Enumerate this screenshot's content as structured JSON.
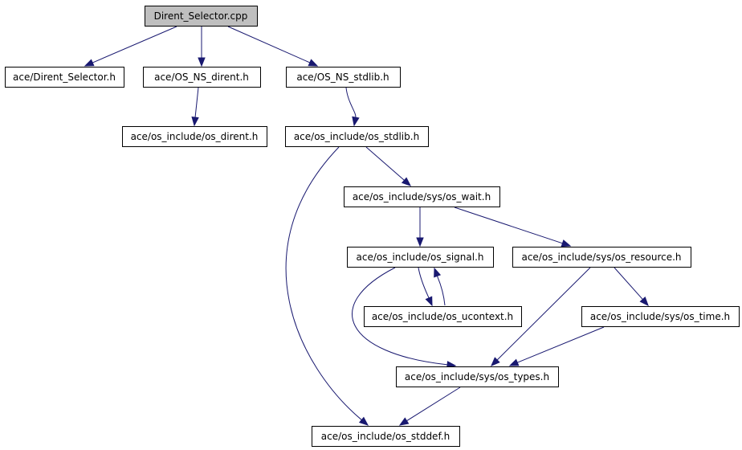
{
  "colors": {
    "root_fill": "#bfbfbf",
    "node_fill": "#ffffff",
    "node_border": "#000000",
    "edge": "#191970",
    "background": "#ffffff"
  },
  "graph": {
    "nodes": [
      {
        "id": "dirent_selector_cpp",
        "label": "Dirent_Selector.cpp",
        "root": true
      },
      {
        "id": "dirent_selector_h",
        "label": "ace/Dirent_Selector.h"
      },
      {
        "id": "os_ns_dirent_h",
        "label": "ace/OS_NS_dirent.h"
      },
      {
        "id": "os_ns_stdlib_h",
        "label": "ace/OS_NS_stdlib.h"
      },
      {
        "id": "os_dirent_h",
        "label": "ace/os_include/os_dirent.h"
      },
      {
        "id": "os_stdlib_h",
        "label": "ace/os_include/os_stdlib.h"
      },
      {
        "id": "os_wait_h",
        "label": "ace/os_include/sys/os_wait.h"
      },
      {
        "id": "os_signal_h",
        "label": "ace/os_include/os_signal.h"
      },
      {
        "id": "os_resource_h",
        "label": "ace/os_include/sys/os_resource.h"
      },
      {
        "id": "os_ucontext_h",
        "label": "ace/os_include/os_ucontext.h"
      },
      {
        "id": "os_time_h",
        "label": "ace/os_include/sys/os_time.h"
      },
      {
        "id": "os_types_h",
        "label": "ace/os_include/sys/os_types.h"
      },
      {
        "id": "os_stddef_h",
        "label": "ace/os_include/os_stddef.h"
      }
    ],
    "edges": [
      {
        "from": "dirent_selector_cpp",
        "to": "dirent_selector_h"
      },
      {
        "from": "dirent_selector_cpp",
        "to": "os_ns_dirent_h"
      },
      {
        "from": "dirent_selector_cpp",
        "to": "os_ns_stdlib_h"
      },
      {
        "from": "os_ns_dirent_h",
        "to": "os_dirent_h"
      },
      {
        "from": "os_ns_stdlib_h",
        "to": "os_stdlib_h"
      },
      {
        "from": "os_stdlib_h",
        "to": "os_wait_h"
      },
      {
        "from": "os_stdlib_h",
        "to": "os_stddef_h"
      },
      {
        "from": "os_wait_h",
        "to": "os_signal_h"
      },
      {
        "from": "os_wait_h",
        "to": "os_resource_h"
      },
      {
        "from": "os_signal_h",
        "to": "os_ucontext_h"
      },
      {
        "from": "os_ucontext_h",
        "to": "os_signal_h"
      },
      {
        "from": "os_signal_h",
        "to": "os_types_h"
      },
      {
        "from": "os_resource_h",
        "to": "os_time_h"
      },
      {
        "from": "os_resource_h",
        "to": "os_types_h"
      },
      {
        "from": "os_time_h",
        "to": "os_types_h"
      },
      {
        "from": "os_types_h",
        "to": "os_stddef_h"
      }
    ]
  }
}
